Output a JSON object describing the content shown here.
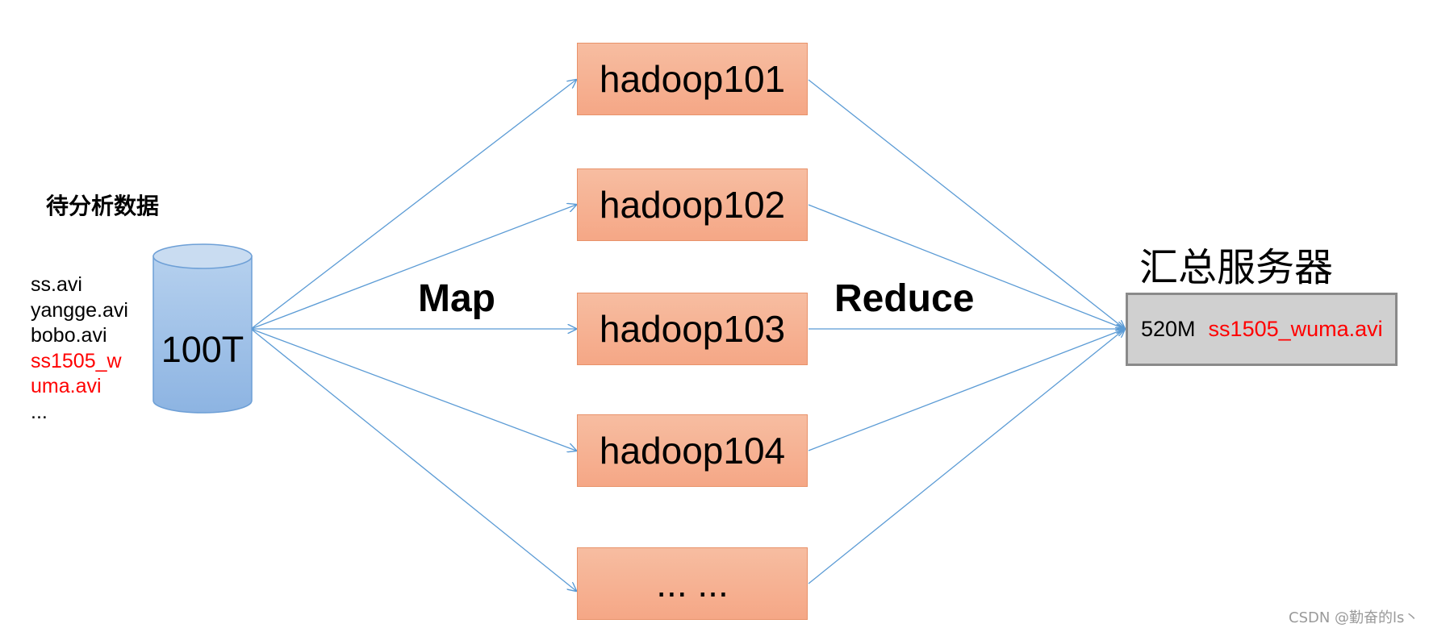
{
  "source": {
    "title": "待分析数据",
    "files": [
      {
        "name": "ss.avi",
        "highlight": false
      },
      {
        "name": "yangge.avi",
        "highlight": false
      },
      {
        "name": "bobo.avi",
        "highlight": false
      },
      {
        "name": "ss1505_w",
        "highlight": true
      },
      {
        "name": "uma.avi",
        "highlight": true
      },
      {
        "name": "...",
        "highlight": false
      }
    ],
    "storage_label": "100T"
  },
  "phases": {
    "map_label": "Map",
    "reduce_label": "Reduce"
  },
  "nodes": [
    {
      "label": "hadoop101"
    },
    {
      "label": "hadoop102"
    },
    {
      "label": "hadoop103"
    },
    {
      "label": "hadoop104"
    },
    {
      "label": "... ..."
    }
  ],
  "server": {
    "title": "汇总服务器",
    "size": "520M",
    "file": "ss1505_wuma.avi"
  },
  "watermark": "CSDN @勤奋的ls丶",
  "colors": {
    "arrow": "#5b9bd5",
    "node_fill": "#f5a786",
    "cylinder_fill": "#9dc3e6",
    "highlight_text": "#ff0000",
    "server_fill": "#d0d0d0"
  }
}
